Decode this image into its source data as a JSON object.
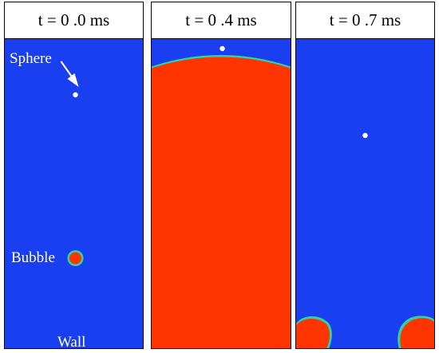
{
  "colors": {
    "liquid": "#1a3ff0",
    "gas": "#ff3500",
    "interface": "#2fd3a0",
    "sphere": "#ffffff"
  },
  "panels": [
    {
      "time_label": "t = 0 .0 ms",
      "annotations": {
        "sphere": "Sphere",
        "bubble": "Bubble",
        "wall": "Wall"
      }
    },
    {
      "time_label": "t = 0 .4 ms"
    },
    {
      "time_label": "t = 0 .7 ms"
    }
  ]
}
